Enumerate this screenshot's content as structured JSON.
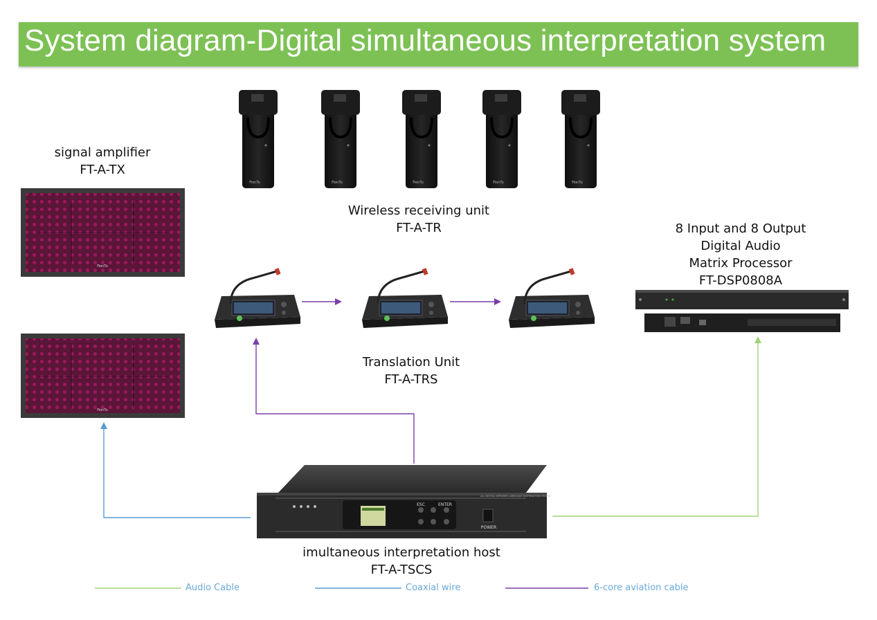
{
  "title": "System diagram-Digital simultaneous interpretation system",
  "nodes": {
    "amplifier": {
      "name": "signal amplifier",
      "model": "FT-A-TX"
    },
    "receiver": {
      "name": "Wireless receiving unit",
      "model": "FT-A-TR"
    },
    "matrix": {
      "name_line1": "8 Input and 8 Output",
      "name_line2": "Digital Audio",
      "name_line3": "Matrix Processor",
      "model": "FT-DSP0808A"
    },
    "translation": {
      "name": "Translation Unit",
      "model": "FT-A-TRS"
    },
    "host": {
      "name": "imultaneous interpretation host",
      "model": "FT-A-TSCS"
    }
  },
  "device_text": {
    "brand": "FionTu",
    "host_esc": "ESC",
    "host_enter": "ENTER",
    "host_power": "POWER",
    "host_label": "ALL DIGITAL INFRARED LANGUAGE DISTRIBUTION SYSTEM"
  },
  "legend": [
    {
      "label": "Audio Cable",
      "color": "#9fd27a"
    },
    {
      "label": "Coaxial wire",
      "color": "#5b9bd5"
    },
    {
      "label": "6-core aviation cable",
      "color": "#7b3fa8"
    }
  ],
  "colors": {
    "banner": "#7dc155",
    "audio": "#9fd27a",
    "coax": "#5b9bd5",
    "aviation": "#7b3fa8"
  }
}
